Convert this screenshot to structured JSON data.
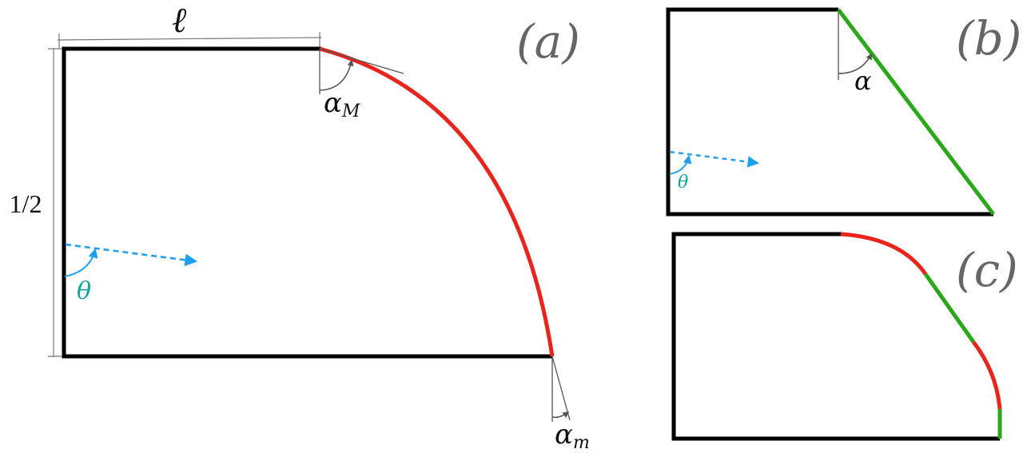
{
  "panels": {
    "a": {
      "label": "(a)",
      "length_label": "ℓ",
      "height_label": "1/2",
      "angle_top_label": "α",
      "angle_top_sub": "M",
      "angle_bottom_label": "α",
      "angle_bottom_sub": "m",
      "theta_label": "θ"
    },
    "b": {
      "label": "(b)",
      "angle_label": "α",
      "theta_label": "θ"
    },
    "c": {
      "label": "(c)"
    }
  },
  "colors": {
    "wall": "#000000",
    "curved_boundary": "#e8251c",
    "straight_boundary": "#2aa81a",
    "trajectory": "#1ea0ee",
    "theta_text": "#13a39a",
    "annotation": "#555555",
    "panel_label": "#666666"
  }
}
